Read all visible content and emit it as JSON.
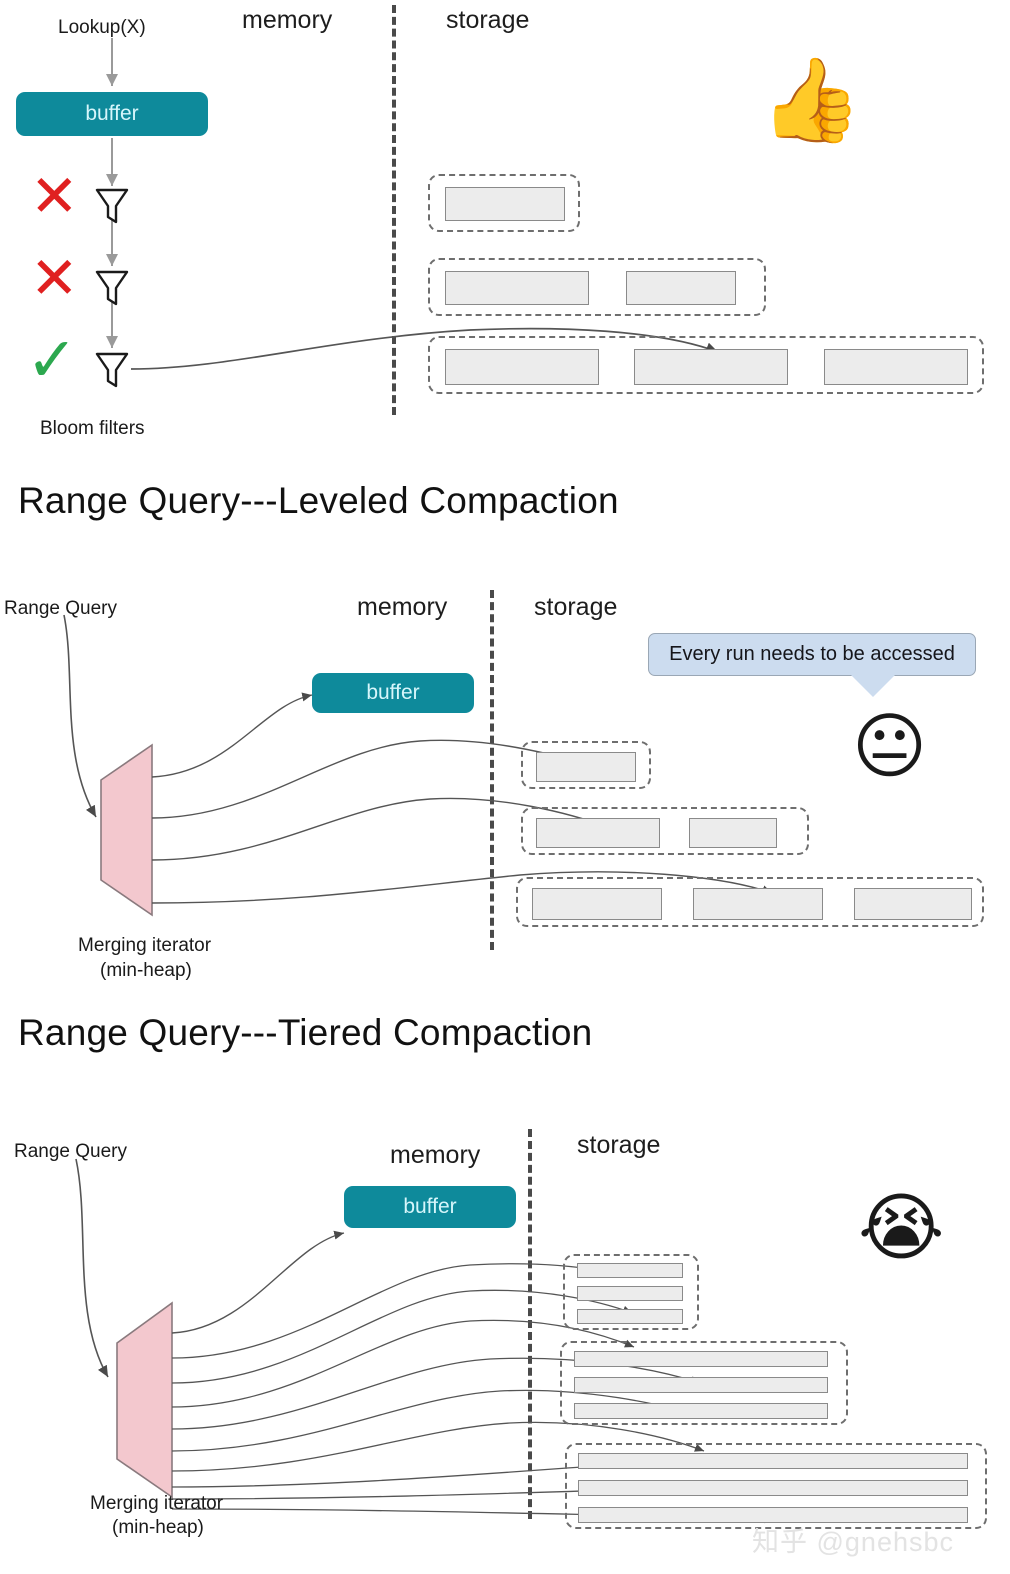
{
  "figure": {
    "watermark": "知乎 @gnehsbc"
  },
  "panels": [
    {
      "id": "point-lookup",
      "title": "",
      "labels": {
        "query": "Lookup(X)",
        "memory": "memory",
        "storage": "storage",
        "buffer": "buffer",
        "bloom": "Bloom filters"
      },
      "verdict_emoji": "👍",
      "filters": [
        {
          "result": "miss",
          "mark": "✕"
        },
        {
          "result": "miss",
          "mark": "✕"
        },
        {
          "result": "hit",
          "mark": "✓"
        }
      ],
      "levels": [
        {
          "runs": 1
        },
        {
          "runs": 2
        },
        {
          "runs": 3
        }
      ]
    },
    {
      "id": "range-query-leveled",
      "title": "Range Query---Leveled Compaction",
      "labels": {
        "query": "Range Query",
        "memory": "memory",
        "storage": "storage",
        "buffer": "buffer",
        "iterator_line1": "Merging iterator",
        "iterator_line2": "(min-heap)"
      },
      "callout": "Every run needs to be accessed",
      "verdict_emoji": "😐",
      "levels": [
        {
          "runs": 1
        },
        {
          "runs": 2
        },
        {
          "runs": 3
        }
      ]
    },
    {
      "id": "range-query-tiered",
      "title": "Range Query---Tiered Compaction",
      "labels": {
        "query": "Range Query",
        "memory": "memory",
        "storage": "storage",
        "buffer": "buffer",
        "iterator_line1": "Merging iterator",
        "iterator_line2": "(min-heap)"
      },
      "verdict_emoji": "😭",
      "tiers": [
        {
          "runs": 3
        },
        {
          "runs": 3
        },
        {
          "runs": 3
        }
      ]
    }
  ],
  "colors": {
    "buffer": "#0e8a9b",
    "iterator": "#f3c8ce",
    "callout": "#ccdcef",
    "run_fill": "#ececec",
    "miss": "#e02020",
    "hit": "#2ca84f"
  }
}
